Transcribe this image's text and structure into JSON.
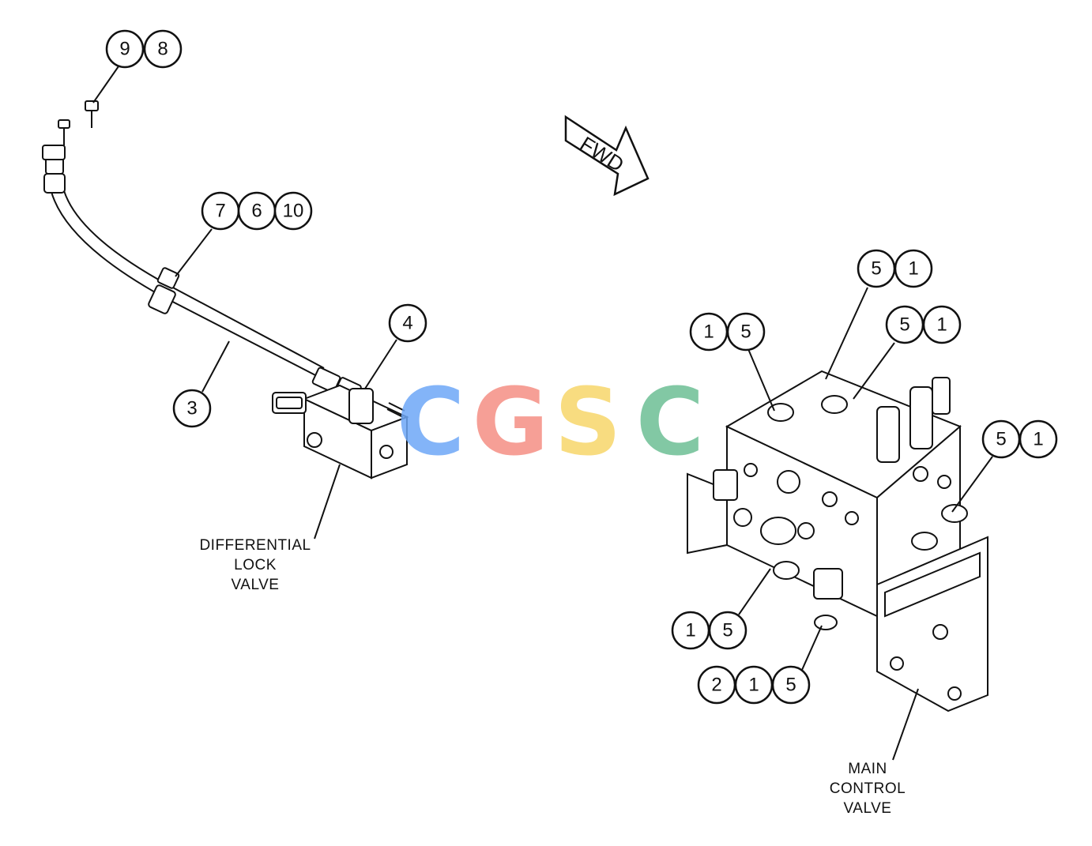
{
  "direction_arrow": {
    "label": "FWD"
  },
  "callouts": {
    "c98": [
      "9",
      "8"
    ],
    "c7610": [
      "7",
      "6",
      "10"
    ],
    "c4": [
      "4"
    ],
    "c3": [
      "3"
    ],
    "c51a": [
      "5",
      "1"
    ],
    "c51b": [
      "5",
      "1"
    ],
    "c15a": [
      "1",
      "5"
    ],
    "c51c": [
      "5",
      "1"
    ],
    "c15b": [
      "1",
      "5"
    ],
    "c215": [
      "2",
      "1",
      "5"
    ]
  },
  "labels": {
    "differential_lock_valve": [
      "DIFFERENTIAL",
      "LOCK",
      "VALVE"
    ],
    "main_control_valve": [
      "MAIN",
      "CONTROL",
      "VALVE"
    ]
  },
  "watermark": {
    "letters": [
      "C",
      "G",
      "S",
      "C"
    ],
    "colors": [
      "#6ea8f7",
      "#f58f84",
      "#f7d66a",
      "#6dbf95"
    ]
  }
}
